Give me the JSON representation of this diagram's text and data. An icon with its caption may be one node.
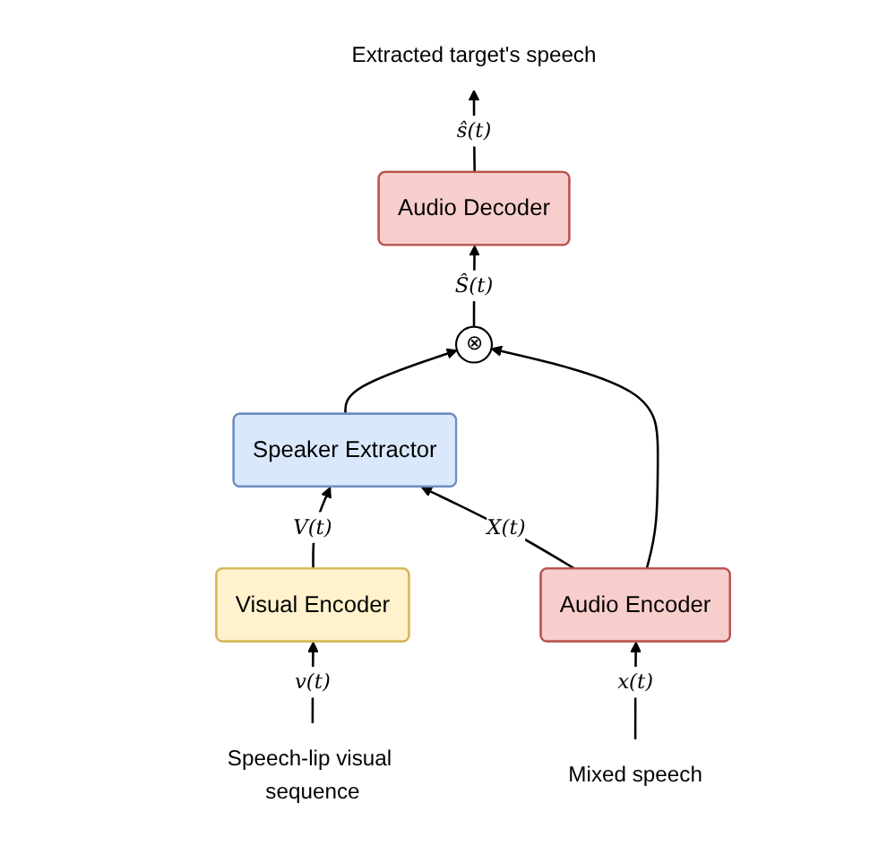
{
  "diagram": {
    "nodes": [
      {
        "text": [
          "Extracted target's speech"
        ]
      },
      {
        "text": [
          "Audio Decoder"
        ]
      },
      {
        "text": [
          "⊗"
        ]
      },
      {
        "text": [
          "Speaker Extractor"
        ]
      },
      {
        "text": [
          "Visual Encoder"
        ]
      },
      {
        "text": [
          "Audio Encoder"
        ]
      },
      {
        "text": [
          "Speech-lip visual sequence"
        ]
      },
      {
        "text": [
          "Mixed speech"
        ]
      }
    ],
    "edges": [
      {
        "from": 1,
        "to": 0,
        "arrow": "to",
        "label": "ŝ(t)"
      },
      {
        "from": 2,
        "to": 1,
        "arrow": "to",
        "label": "Ŝ(t)"
      },
      {
        "from": 3,
        "to": 2,
        "arrow": "to"
      },
      {
        "from": 4,
        "to": 3,
        "arrow": "to",
        "label": "V(t)"
      },
      {
        "from": 5,
        "to": 3,
        "arrow": "to",
        "label": "X(t)"
      },
      {
        "from": 5,
        "to": 2,
        "arrow": "to"
      },
      {
        "from": 6,
        "to": 4,
        "arrow": "to",
        "label": "v(t)"
      },
      {
        "from": 7,
        "to": 5,
        "arrow": "to",
        "label": "x(t)"
      }
    ]
  }
}
